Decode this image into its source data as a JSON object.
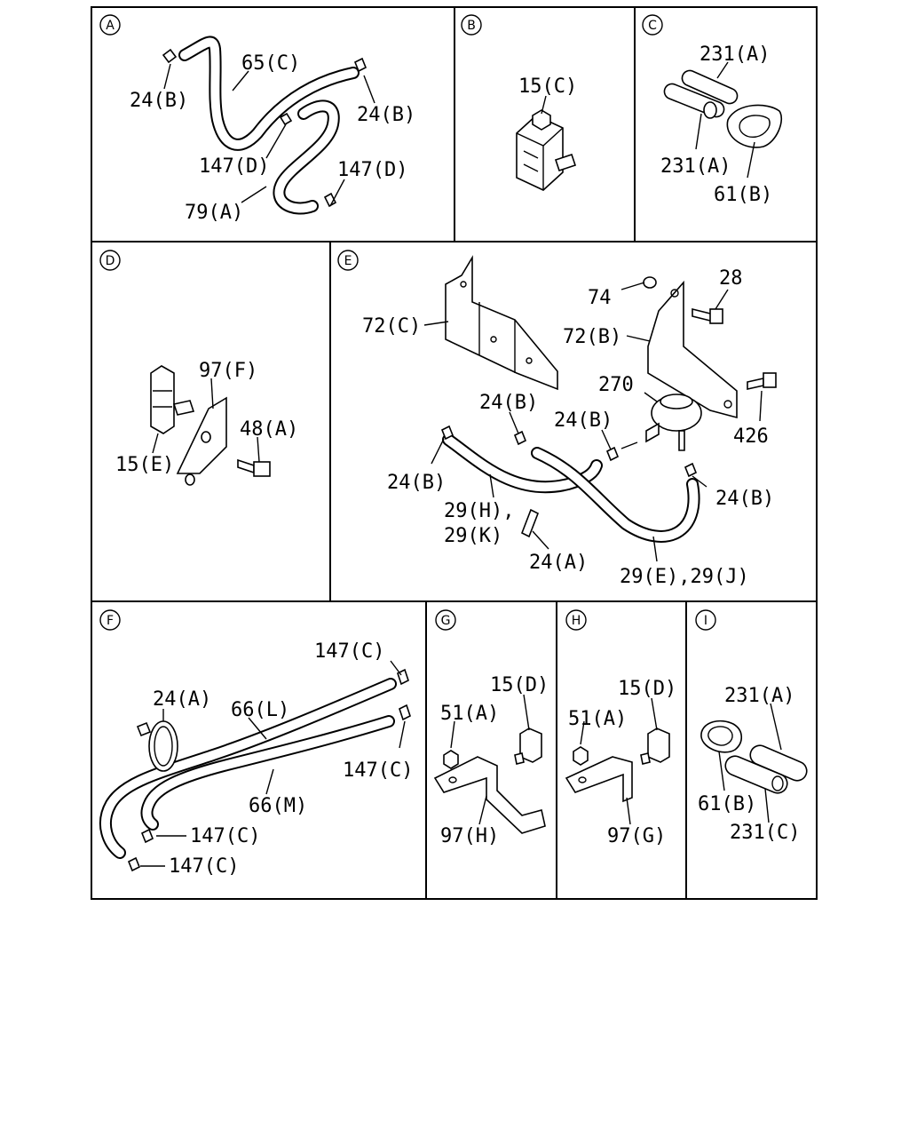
{
  "panels": {
    "A": {
      "letter": "A",
      "labels": [
        "24(B)",
        "65(C)",
        "24(B)",
        "147(D)",
        "147(D)",
        "79(A)"
      ]
    },
    "B": {
      "letter": "B",
      "labels": [
        "15(C)"
      ]
    },
    "C": {
      "letter": "C",
      "labels": [
        "231(A)",
        "231(A)",
        "61(B)"
      ]
    },
    "D": {
      "letter": "D",
      "labels": [
        "97(F)",
        "48(A)",
        "15(E)"
      ]
    },
    "E": {
      "letter": "E",
      "labels": [
        "74",
        "28",
        "72(C)",
        "72(B)",
        "270",
        "24(B)",
        "24(B)",
        "426",
        "24(B)",
        "24(B)",
        "29(H),",
        "29(K)",
        "24(A)",
        "29(E),29(J)"
      ]
    },
    "F": {
      "letter": "F",
      "labels": [
        "147(C)",
        "24(A)",
        "66(L)",
        "147(C)",
        "66(M)",
        "147(C)",
        "147(C)"
      ]
    },
    "G": {
      "letter": "G",
      "labels": [
        "15(D)",
        "51(A)",
        "97(H)"
      ]
    },
    "H": {
      "letter": "H",
      "labels": [
        "15(D)",
        "51(A)",
        "97(G)"
      ]
    },
    "I": {
      "letter": "I",
      "labels": [
        "231(A)",
        "61(B)",
        "231(C)"
      ]
    }
  }
}
